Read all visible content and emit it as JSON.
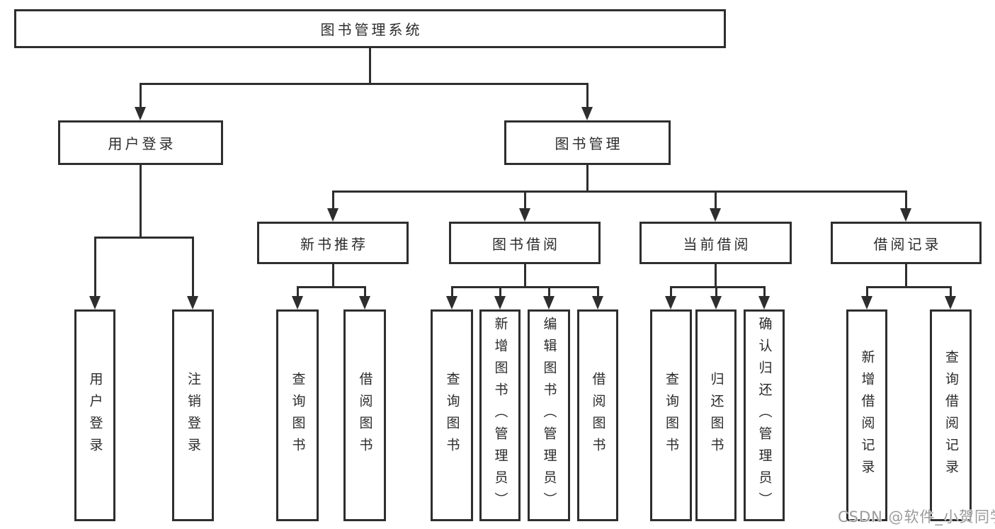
{
  "diagram": {
    "root": {
      "label": "图书管理系统"
    },
    "branches": [
      {
        "label": "用户登录",
        "children": [
          {
            "label": "用户登录"
          },
          {
            "label": "注销登录"
          }
        ]
      },
      {
        "label": "图书管理",
        "children": [
          {
            "label": "新书推荐",
            "children": [
              {
                "label": "查询图书"
              },
              {
                "label": "借阅图书"
              }
            ]
          },
          {
            "label": "图书借阅",
            "children": [
              {
                "label": "查询图书"
              },
              {
                "label": "新增图书（管理员）"
              },
              {
                "label": "编辑图书（管理员）"
              },
              {
                "label": "借阅图书"
              }
            ]
          },
          {
            "label": "当前借阅",
            "children": [
              {
                "label": "查询图书"
              },
              {
                "label": "归还图书"
              },
              {
                "label": "确认归还（管理员）"
              }
            ]
          },
          {
            "label": "借阅记录",
            "children": [
              {
                "label": "新增借阅记录"
              },
              {
                "label": "查询借阅记录"
              }
            ]
          }
        ]
      }
    ]
  },
  "watermark": {
    "text": "CSDN @软件_小贺同学"
  },
  "colors": {
    "background": "#ffffff",
    "box_background": "#ffffff",
    "line": "#2e2e2e",
    "text": "#2b2b2b",
    "watermark": "#9b9b9b"
  }
}
